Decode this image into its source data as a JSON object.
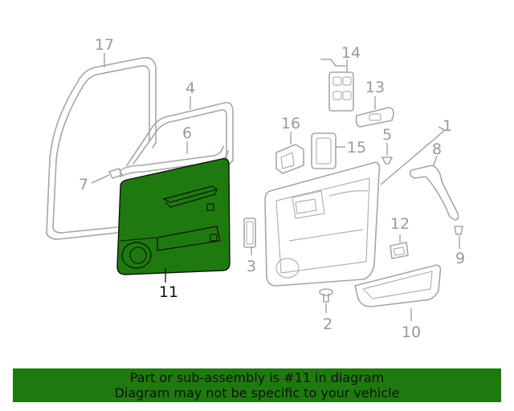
{
  "colors": {
    "highlight": "#1e7a0e",
    "banner": "#1e7a0e",
    "line": "#a6a6a6",
    "label": "#9a9a9a",
    "label_highlight": "#111111"
  },
  "callouts": [
    {
      "id": "1",
      "label": "1"
    },
    {
      "id": "2",
      "label": "2"
    },
    {
      "id": "3",
      "label": "3"
    },
    {
      "id": "4",
      "label": "4"
    },
    {
      "id": "5",
      "label": "5"
    },
    {
      "id": "6",
      "label": "6"
    },
    {
      "id": "7",
      "label": "7"
    },
    {
      "id": "8",
      "label": "8"
    },
    {
      "id": "9",
      "label": "9"
    },
    {
      "id": "10",
      "label": "10"
    },
    {
      "id": "11",
      "label": "11"
    },
    {
      "id": "12",
      "label": "12"
    },
    {
      "id": "13",
      "label": "13"
    },
    {
      "id": "14",
      "label": "14"
    },
    {
      "id": "15",
      "label": "15"
    },
    {
      "id": "16",
      "label": "16"
    },
    {
      "id": "17",
      "label": "17"
    }
  ],
  "highlighted_part": "11",
  "banner": {
    "line1": "Part or sub-assembly is #11 in diagram",
    "line2": "Diagram may not be specific to your vehicle"
  }
}
